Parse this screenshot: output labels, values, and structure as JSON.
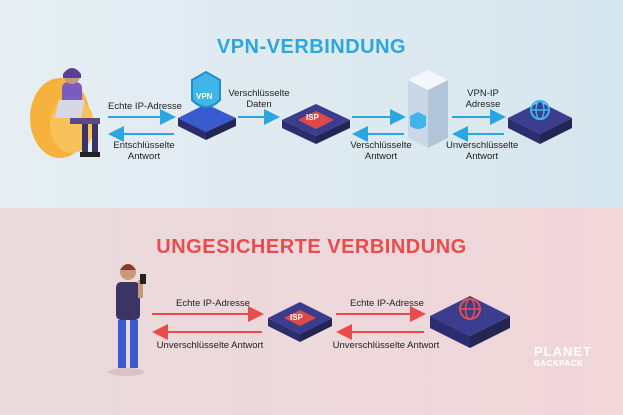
{
  "vpn_section": {
    "title": "VPN-VERBINDUNG",
    "labels": {
      "real_ip": "Echte IP-Adresse",
      "decrypted_response_1": "Entschlüsselte",
      "decrypted_response_2": "Antwort",
      "encrypted_data_1": "Verschlüsselte",
      "encrypted_data_2": "Daten",
      "encrypted_response_1": "Verschlüsselte",
      "encrypted_response_2": "Antwort",
      "vpn_ip_1": "VPN-IP",
      "vpn_ip_2": "Adresse",
      "unencrypted_response_1": "Unverschlüsselte",
      "unencrypted_response_2": "Antwort"
    },
    "nodes": {
      "vpn_badge": "VPN",
      "isp_badge": "ISP"
    }
  },
  "unsecured_section": {
    "title": "UNGESICHERTE VERBINDUNG",
    "labels": {
      "real_ip_left": "Echte IP-Adresse",
      "unencrypted_left": "Unverschlüsselte Antwort",
      "real_ip_right": "Echte IP-Adresse",
      "unencrypted_right": "Unverschlüsselte Antwort"
    },
    "nodes": {
      "isp_badge": "ISP"
    }
  },
  "branding": {
    "line1": "PLANET",
    "line2": "BACKPACK"
  },
  "colors": {
    "vpn_accent": "#2aa7e0",
    "unsecured_accent": "#ea4c4c",
    "box_dark": "#2b2d6e",
    "box_blue": "#3a5bd0"
  }
}
